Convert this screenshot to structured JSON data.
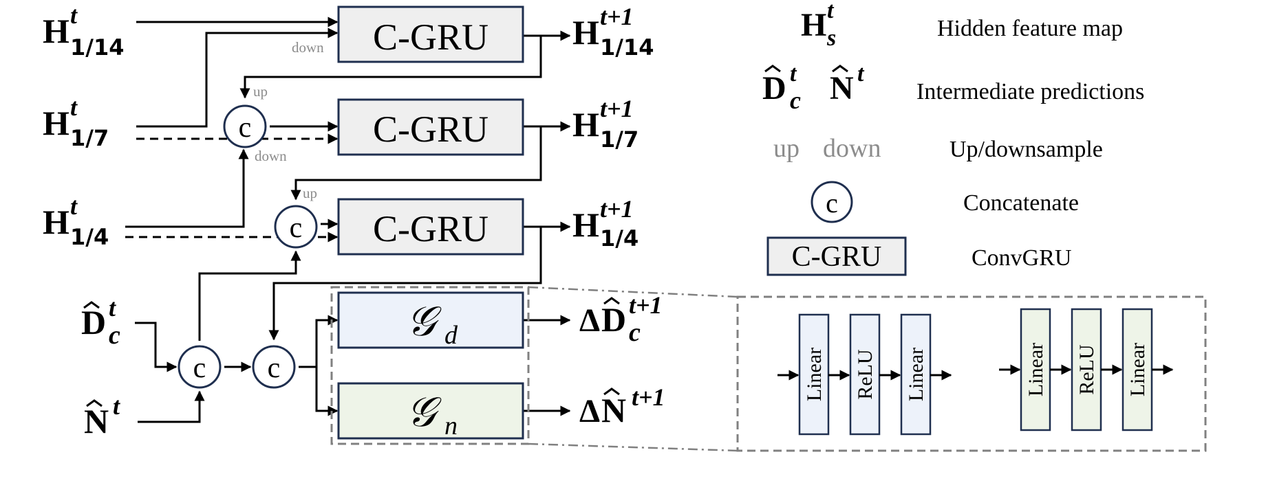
{
  "labels": {
    "cgru": "C-GRU",
    "concat_sym": "c",
    "up": "up",
    "down": "down",
    "g_d": "d",
    "g_n": "n",
    "linear": "Linear",
    "relu": "ReLU"
  },
  "math": {
    "H": "H",
    "D": "D",
    "N": "N",
    "t": "t",
    "t1": "t+1",
    "s": "s",
    "c": "c",
    "delta": "Δ",
    "s14": "1/14",
    "s7": "1/7",
    "s4": "1/4"
  },
  "legend": {
    "hidden": "Hidden feature map",
    "intermediate": "Intermediate predictions",
    "updown": "Up/downsample",
    "concat": "Concatenate",
    "convgru": "ConvGRU"
  },
  "colors": {
    "cgru_fill": "#efefef",
    "g_d_fill": "#edf2fa",
    "g_n_fill": "#eef4e8",
    "border": "#1f2f4f",
    "grey_text": "#8c8c8c"
  }
}
